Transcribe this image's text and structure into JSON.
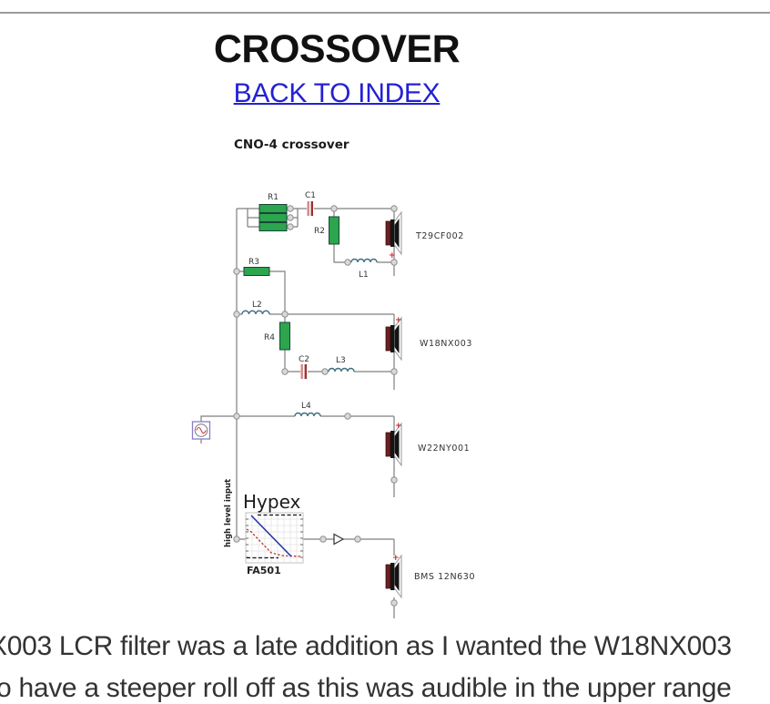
{
  "page": {
    "title": "CROSSOVER",
    "back_link": "BACK TO INDEX",
    "paragraph_line1": "X003 LCR filter was a late addition as I wanted the W18NX003",
    "paragraph_line2": "to have a steeper roll off as this was audible in the upper range"
  },
  "diagram": {
    "title": "CNO-4 crossover",
    "input_label": "high level input",
    "amplifier": {
      "brand": "Hypex",
      "model": "FA501"
    },
    "components": {
      "r1": "R1",
      "c1": "C1",
      "r2": "R2",
      "l1": "L1",
      "r3": "R3",
      "l2": "L2",
      "r4": "R4",
      "c2": "C2",
      "l3": "L3",
      "l4": "L4"
    },
    "drivers": {
      "tweeter": "T29CF002",
      "midrange": "W18NX003",
      "woofer": "W22NY001",
      "subwoofer": "BMS 12N630"
    },
    "polarity_mark": "+",
    "colors": {
      "resistor": "#2ca54d",
      "capacitor_dark": "#a03030",
      "capacitor_light": "#d08888",
      "inductor": "#3f6f7f",
      "wire": "#7f7f7f",
      "link_blue": "#2421d4",
      "source_border": "#8a7cc8",
      "graph_line_blue": "#2233aa",
      "graph_line_red": "#bb2222",
      "speaker_magnet": "#6d2020"
    }
  }
}
